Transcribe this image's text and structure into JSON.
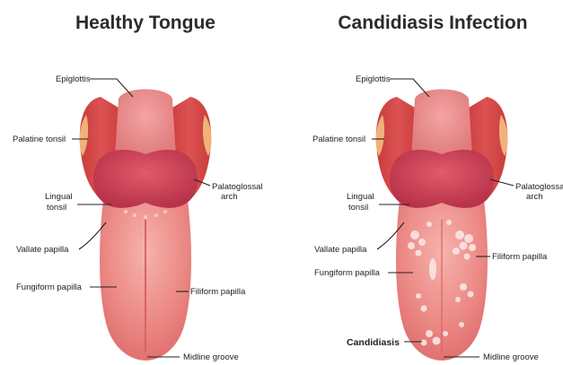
{
  "colors": {
    "tongue_body": "#e87a7a",
    "tongue_light": "#f4a5a0",
    "tonsil": "#d84a4a",
    "tonsil_dark": "#c23b3b",
    "tonsil_tip": "#f0b27a",
    "epiglottis": "#ec8a8a",
    "arch": "#c93f55",
    "candida_spots": "#fbe3e3",
    "line": "#222222",
    "title": "#2b2b2b"
  },
  "panels": [
    {
      "title": "Healthy Tongue",
      "labels": {
        "epiglottis": "Epiglottis",
        "palatine_tonsil": "Palatine tonsil",
        "palatoglossal_arch_1": "Palatoglossal",
        "palatoglossal_arch_2": "arch",
        "lingual_tonsil_1": "Lingual",
        "lingual_tonsil_2": "tonsil",
        "vallate_papilla": "Vallate papilla",
        "fungiform_papilla": "Fungiform papilla",
        "filiform_papilla": "Filiform papilla",
        "midline_groove": "Midline groove"
      }
    },
    {
      "title": "Candidiasis Infection",
      "labels": {
        "epiglottis": "Epiglottis",
        "palatine_tonsil": "Palatine tonsil",
        "palatoglossal_arch_1": "Palatoglossa",
        "palatoglossal_arch_2": "arch",
        "lingual_tonsil_1": "Lingual",
        "lingual_tonsil_2": "tonsil",
        "vallate_papilla": "Vallate papilla",
        "fungiform_papilla": "Fungiform papilla",
        "filiform_papilla": "Filiform papilla",
        "candidiasis": "Candidiasis",
        "midline_groove": "Midline groove"
      }
    }
  ]
}
